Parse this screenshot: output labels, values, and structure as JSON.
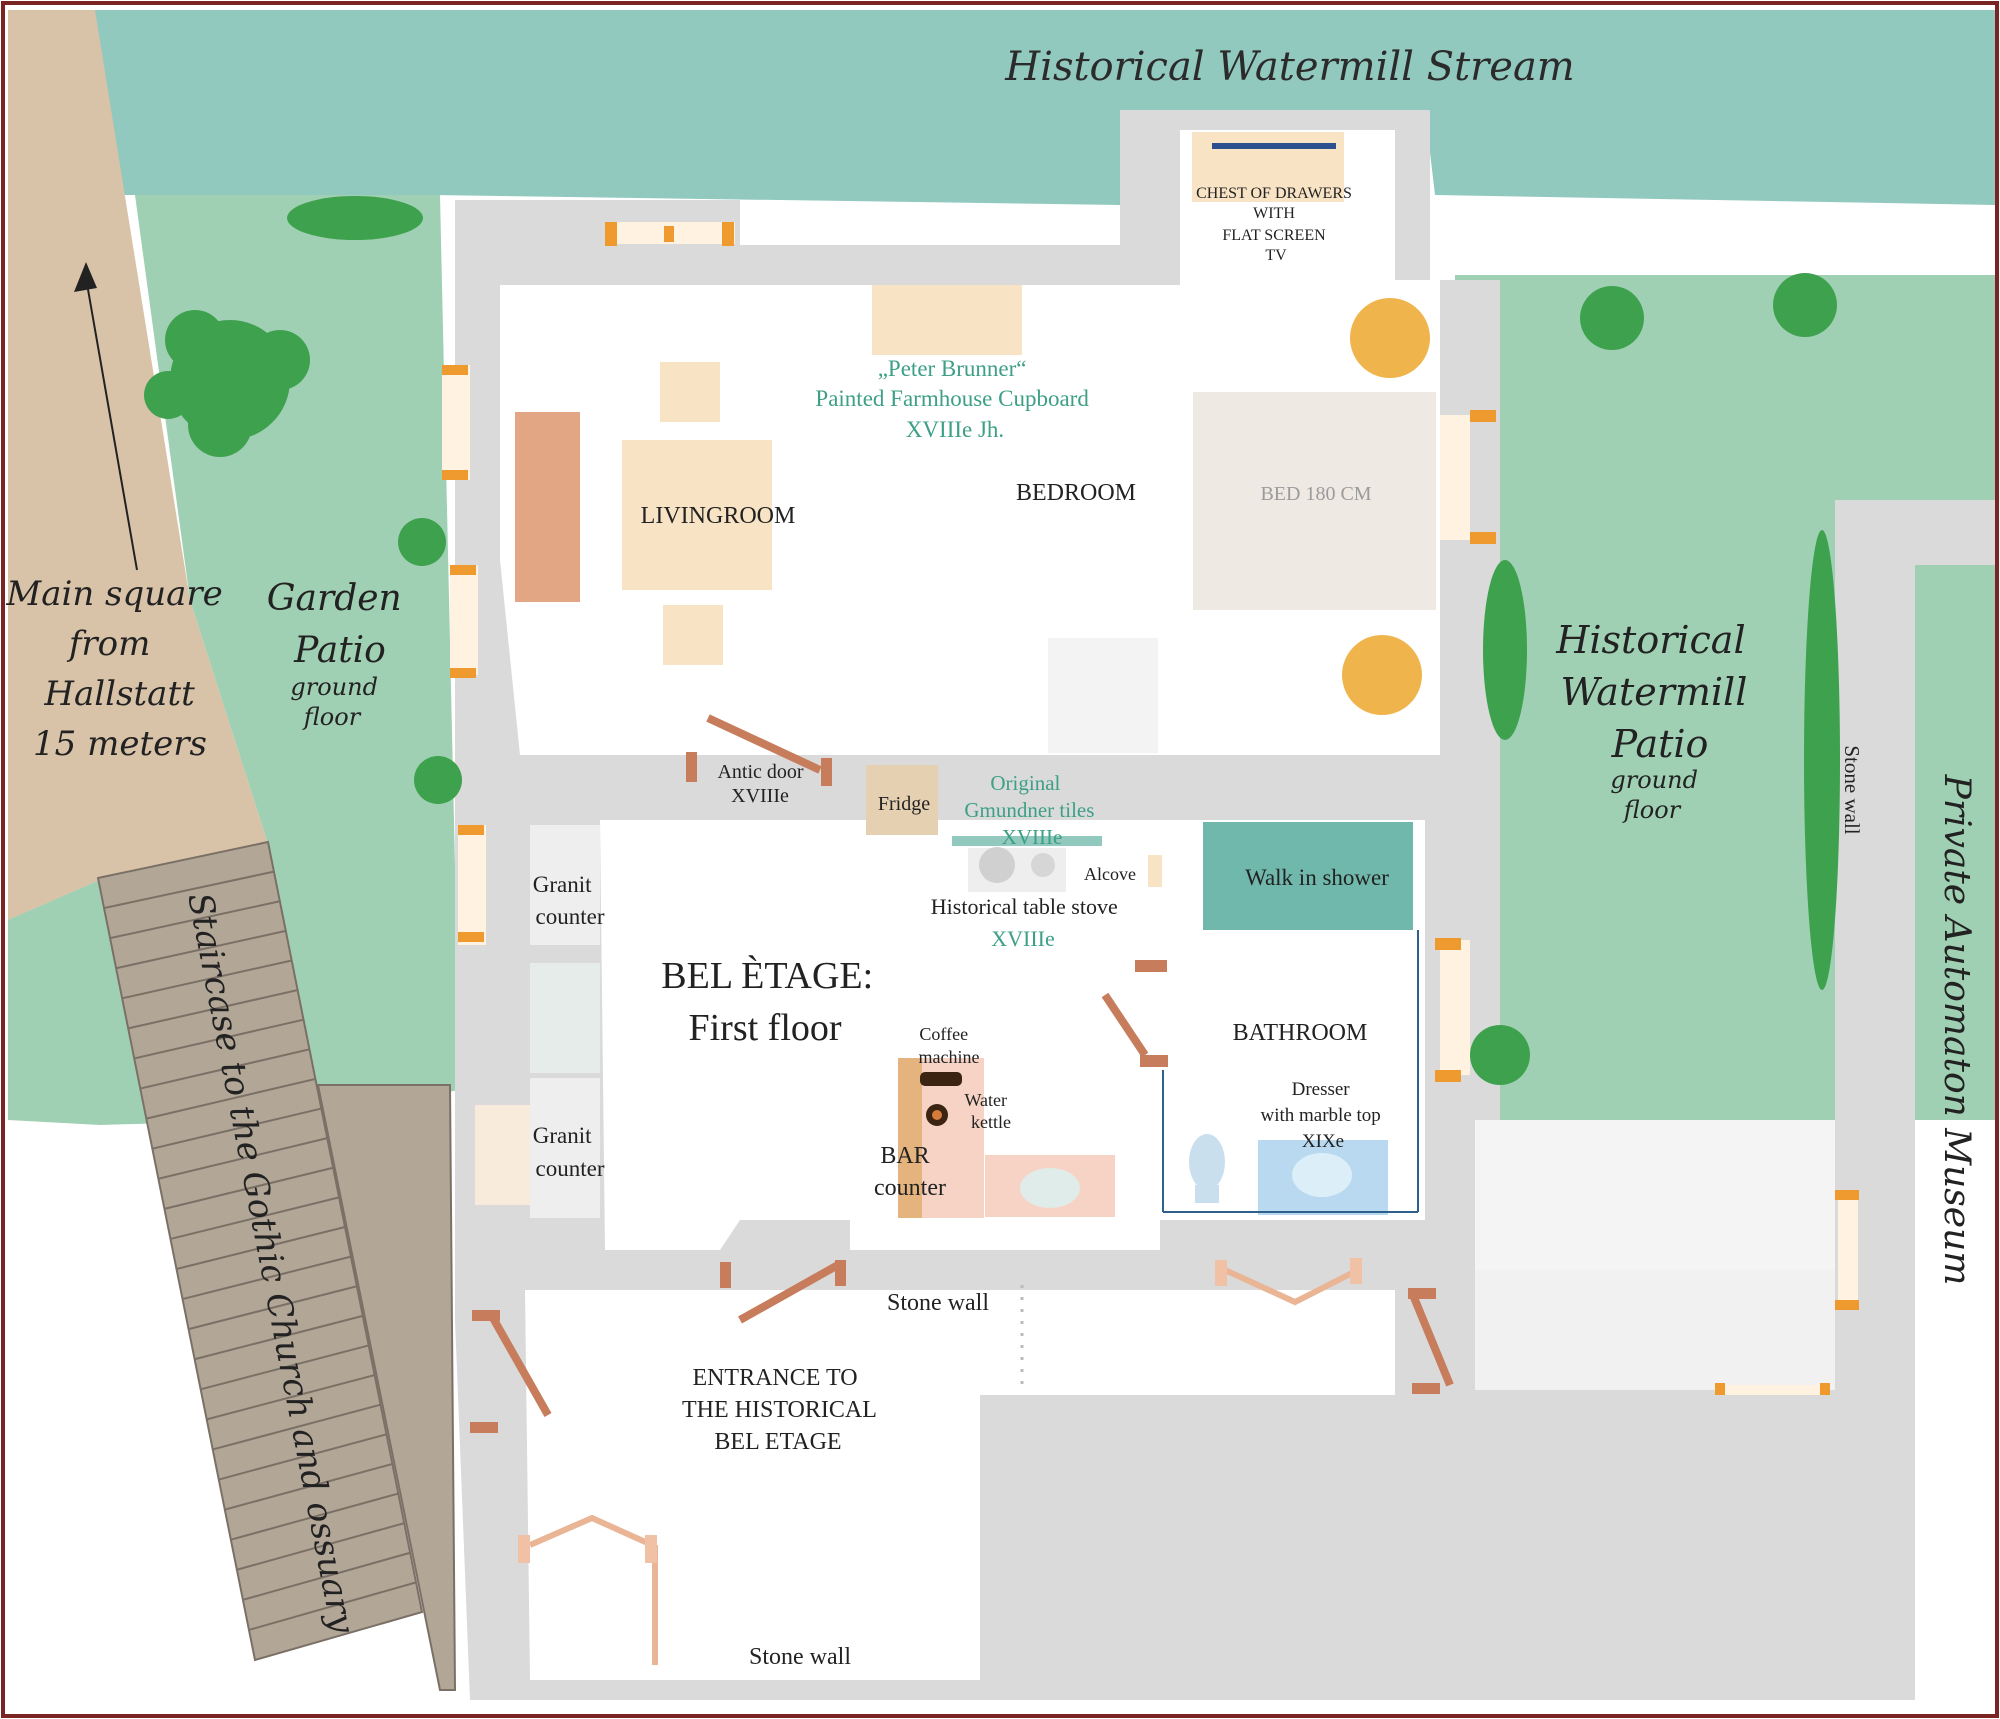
{
  "colors": {
    "stream": "#92c9bf",
    "garden": "#a0d0b3",
    "square": "#d8c3a8",
    "wall": "#dadada",
    "floor": "#ffffff",
    "furniture": "#f8e3c5",
    "orange_lamp": "#efb44c",
    "door": "#c77c5c",
    "teal_text": "#3d9f86",
    "tree": "#3ea14e",
    "stairs": "#b2a697",
    "border": "#7a2424"
  },
  "labels": {
    "stream": "Historical Watermill Stream",
    "chest": [
      "CHEST OF DRAWERS",
      "WITH",
      "FLAT SCREEN",
      "TV"
    ],
    "cupboard": [
      "„Peter Brunner“",
      "Painted Farmhouse Cupboard",
      "XVIIIe Jh."
    ],
    "livingroom": "LIVINGROOM",
    "bedroom": "BEDROOM",
    "bed": "BED 180 CM",
    "main_square": [
      "Main square",
      "from",
      "Hallstatt",
      "15 meters"
    ],
    "garden_patio": [
      "Garden",
      "Patio"
    ],
    "garden_floor": [
      "ground",
      "floor"
    ],
    "watermill_patio": [
      "Historical",
      "Watermill",
      "Patio"
    ],
    "watermill_floor": [
      "ground",
      "floor"
    ],
    "antic_door": [
      "Antic door",
      "XVIIIe"
    ],
    "fridge": "Fridge",
    "tiles": [
      "Original",
      "Gmundner tiles",
      "XVIIIe"
    ],
    "alcove": "Alcove",
    "shower": "Walk in shower",
    "stove": [
      "Historical table stove",
      "XVIIIe"
    ],
    "granit1": [
      "Granit",
      "counter"
    ],
    "granit2": [
      "Granit",
      "counter"
    ],
    "bel_etage": [
      "BEL ÈTAGE:",
      "First floor"
    ],
    "coffee": [
      "Coffee",
      "machine"
    ],
    "kettle": [
      "Water",
      "kettle"
    ],
    "bar": [
      "BAR",
      "counter"
    ],
    "bathroom": "BATHROOM",
    "dresser": [
      "Dresser",
      "with marble top",
      "XIXe"
    ],
    "stone_wall_vertical": "Stone wall",
    "museum": "Private Automaton Museum",
    "stairs": "Staircase to the Gothic Church and ossuary",
    "stone_wall_middle": "Stone wall",
    "entrance": [
      "ENTRANCE TO",
      "THE HISTORICAL",
      "BEL ETAGE"
    ],
    "stone_wall_bottom": "Stone wall"
  }
}
